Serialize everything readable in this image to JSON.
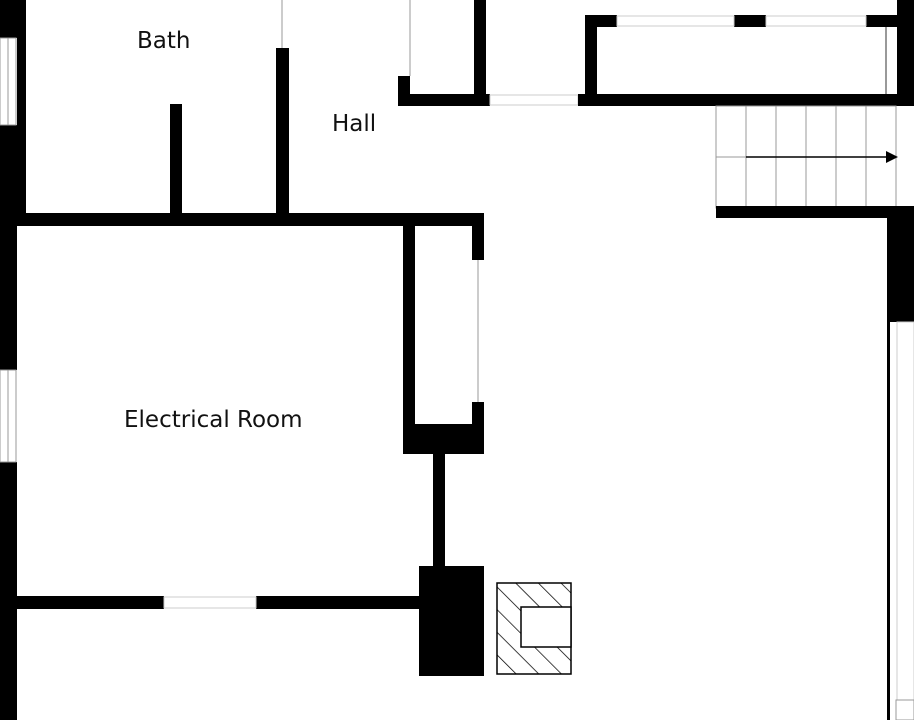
{
  "rooms": [
    {
      "id": "bath",
      "label": "Bath"
    },
    {
      "id": "hall",
      "label": "Hall"
    },
    {
      "id": "electrical-room",
      "label": "Electrical Room"
    }
  ],
  "colors": {
    "wall": "#000000",
    "background": "#ffffff",
    "window_line": "#cccccc"
  },
  "icons": {
    "stairs": "stairs-icon",
    "stairs_arrow": "arrow-right-icon",
    "chimney": "chimney-icon"
  }
}
